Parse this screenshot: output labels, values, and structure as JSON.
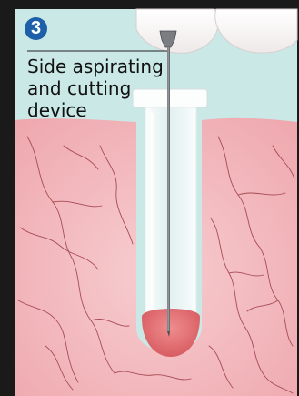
{
  "step": {
    "number": "3"
  },
  "caption": {
    "lines": [
      "Side aspirating",
      "and cutting",
      "device"
    ]
  },
  "colors": {
    "frame": "#1a1a1a",
    "background": "#c9e8e6",
    "tissue": "#f3b9bd",
    "vessel": "#a84b55",
    "badge": "#1d5fa8",
    "needle": "#6c6f74",
    "fluid": "#e06a6e"
  },
  "icons": {
    "badge": "numbered-circle-icon"
  }
}
